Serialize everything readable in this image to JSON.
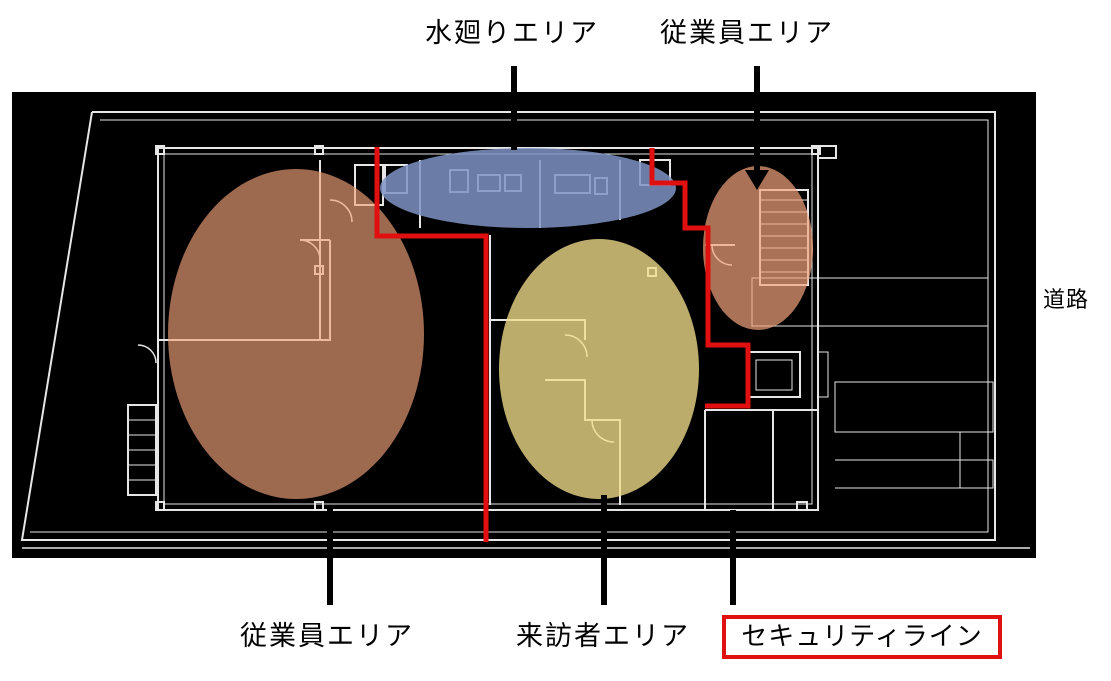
{
  "labels": {
    "water_area": "水廻りエリア",
    "staff_area_top": "従業員エリア",
    "road": "道路",
    "staff_area_bottom": "従業員エリア",
    "visitor_area": "来訪者エリア",
    "security_line": "セキュリティライン"
  },
  "colors": {
    "plan_background": "#000000",
    "wall_lines": "#e6e6e6",
    "security_line": "#e01010",
    "staff_zone": "#f2a37a",
    "water_zone": "#7e93c4",
    "visitor_zone": "#f0dc8a",
    "leader_lines": "#000000"
  }
}
